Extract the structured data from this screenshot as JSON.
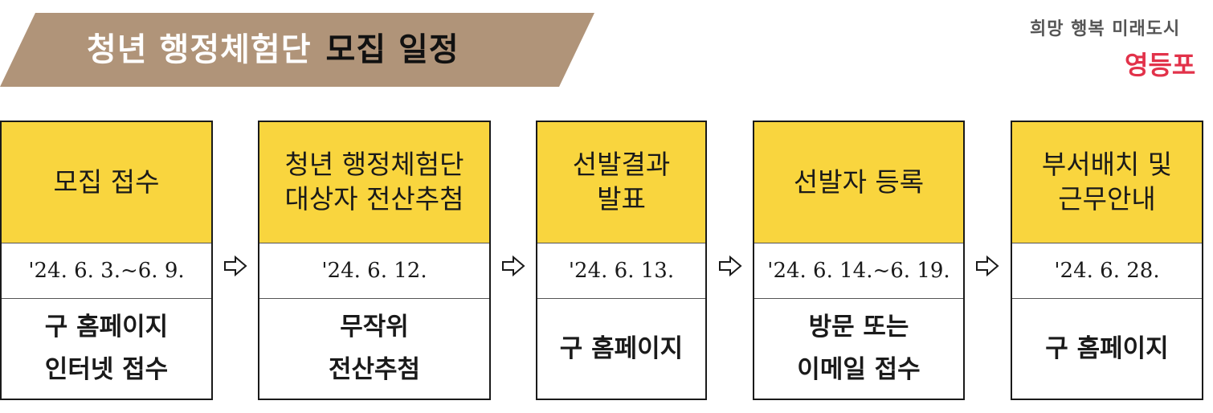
{
  "banner": {
    "title_part1": "청년 행정체험단",
    "title_part2": "모집 일정",
    "color": "#b09479"
  },
  "logo": {
    "slogan": "희망 행복 미래도시",
    "name": "영등포",
    "name_color": "#e2324a"
  },
  "steps": [
    {
      "title": "모집 접수",
      "date": "'24. 6. 3.~6. 9.",
      "desc": "구 홈페이지\n인터넷 접수"
    },
    {
      "title": "청년 행정체험단\n대상자 전산추첨",
      "date": "'24. 6. 12.",
      "desc": "무작위\n전산추첨"
    },
    {
      "title": "선발결과\n발표",
      "date": "'24. 6. 13.",
      "desc": "구 홈페이지"
    },
    {
      "title": "선발자 등록",
      "date": "'24. 6. 14.~6. 19.",
      "desc": "방문 또는\n이메일 접수"
    },
    {
      "title": "부서배치 및\n근무안내",
      "date": "'24. 6. 28.",
      "desc": "구 홈페이지"
    }
  ],
  "arrow_icon": "right-arrow-outline-icon",
  "colors": {
    "header_fill": "#f9d53e",
    "border": "#1a1a1a"
  }
}
